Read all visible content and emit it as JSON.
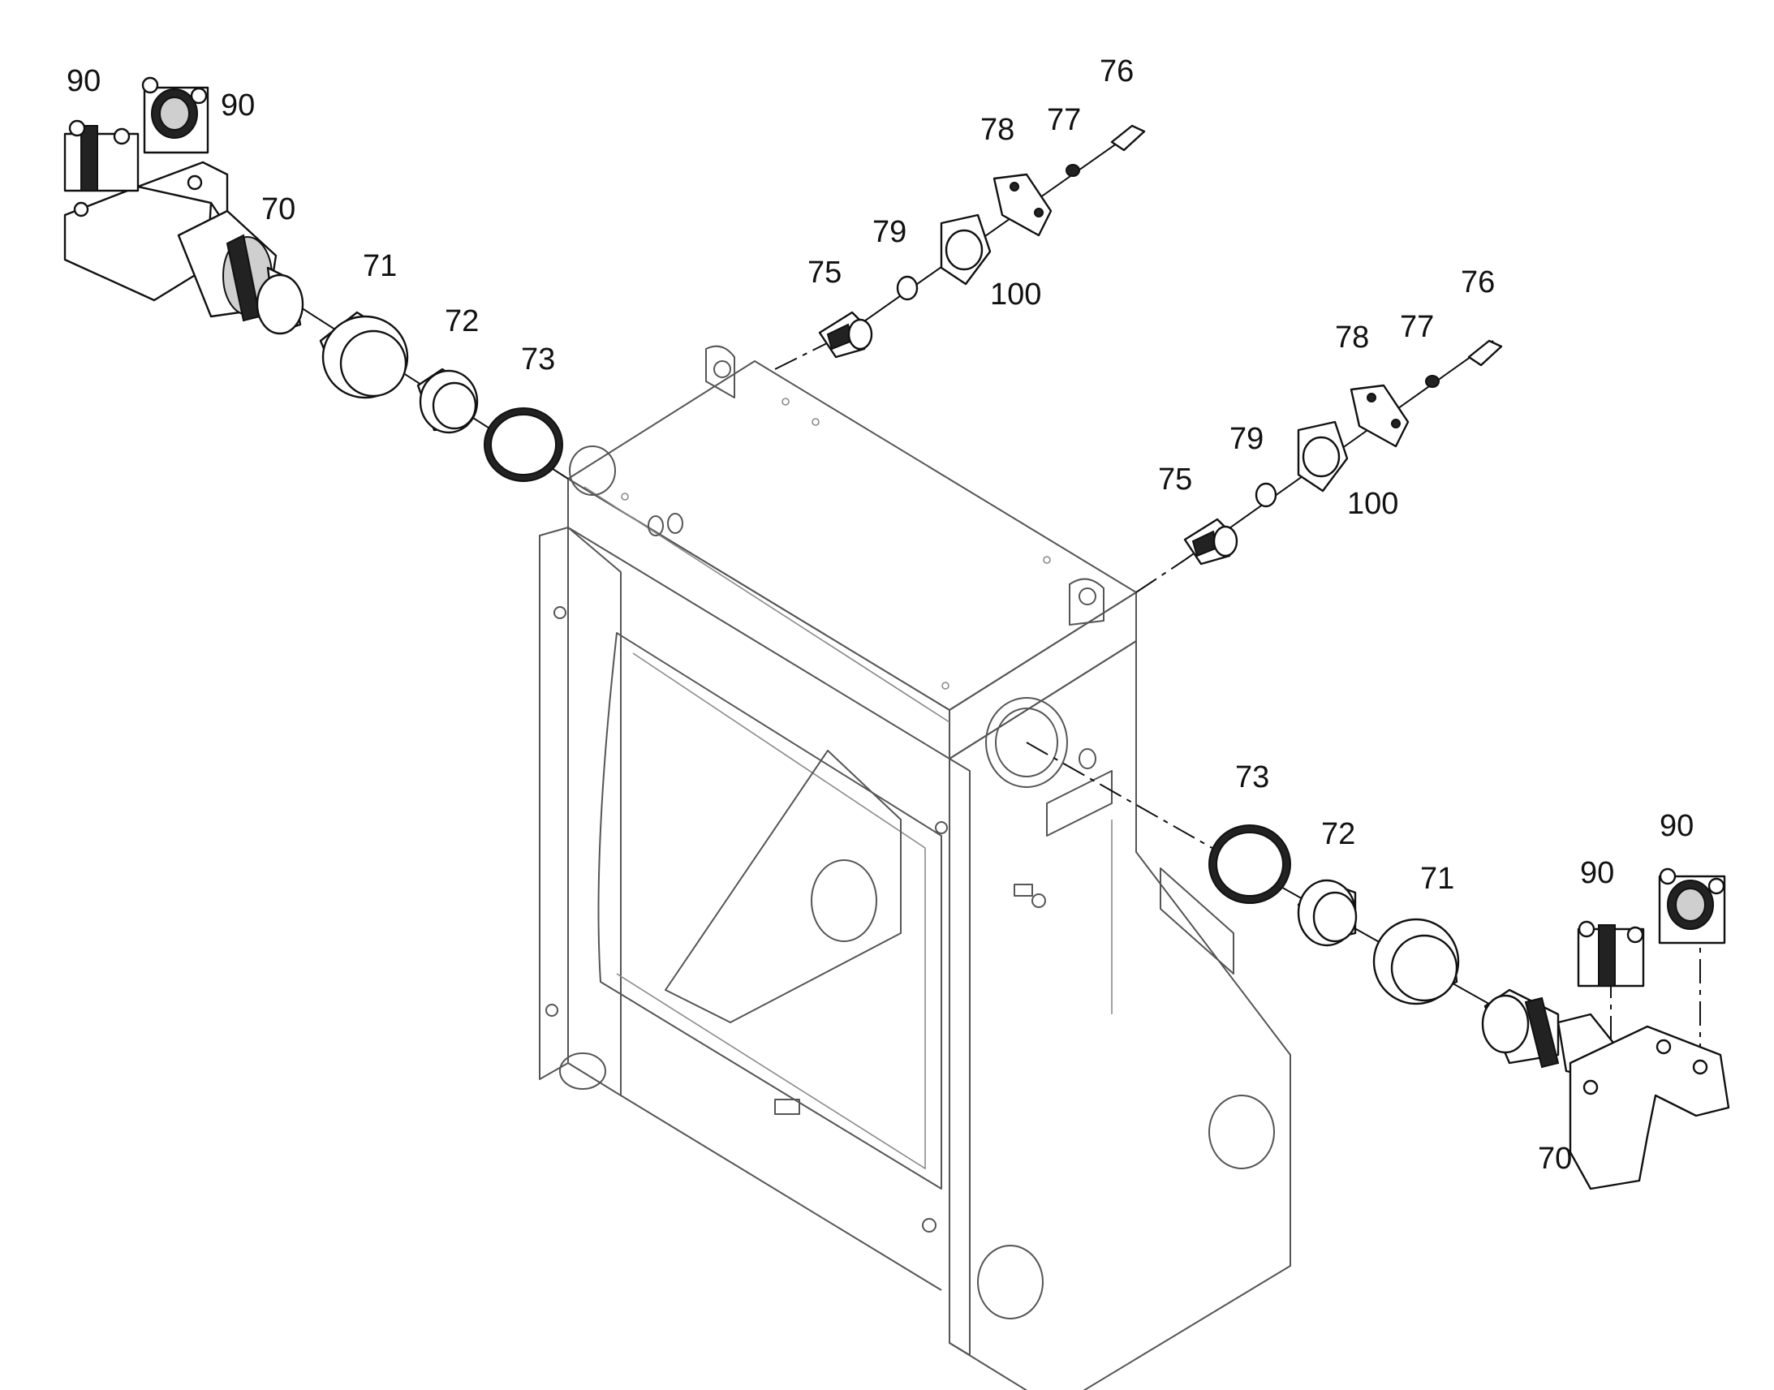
{
  "callouts": {
    "top_left": {
      "bracket_a": "90",
      "bracket_b": "90",
      "yoke_pin": "70",
      "bushing_large": "71",
      "bushing_small": "72",
      "seal_ring": "73"
    },
    "top_center": {
      "fitting": "75",
      "o_ring": "79",
      "gasket": "100",
      "cover_plate": "78",
      "washer": "77",
      "screw": "76"
    },
    "mid_right": {
      "fitting": "75",
      "o_ring": "79",
      "gasket": "100",
      "cover_plate": "78",
      "washer": "77",
      "screw": "76"
    },
    "bottom_right": {
      "seal_ring": "73",
      "bushing_small": "72",
      "bushing_large": "71",
      "bracket_a": "90",
      "bracket_b": "90",
      "yoke_pin": "70"
    }
  }
}
